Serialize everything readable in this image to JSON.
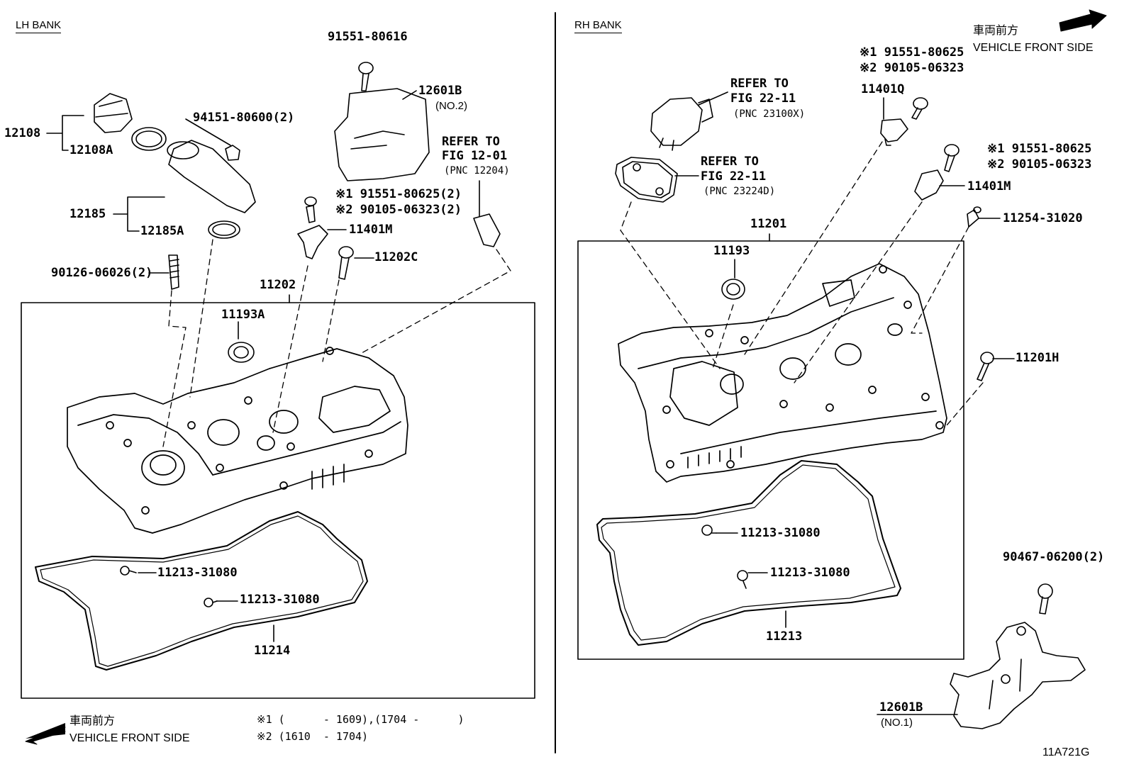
{
  "lh": {
    "title": "LH BANK",
    "parts": {
      "p91551_80616": "91551-80616",
      "p12601B": "12601B",
      "p12601B_sub": "(NO.2)",
      "p12108": "12108",
      "p12108A": "12108A",
      "p94151": "94151-80600(2)",
      "refer1": "REFER TO",
      "refer2": "FIG 12-01",
      "refer3": "(PNC 12204)",
      "note1": "※1 91551-80625(2)",
      "note2": "※2 90105-06323(2)",
      "p12185": "12185",
      "p12185A": "12185A",
      "p11401M": "11401M",
      "p11202C": "11202C",
      "p90126": "90126-06026(2)",
      "p11202": "11202",
      "p11193A": "11193A",
      "g1": "11213-31080",
      "g2": "11213-31080",
      "p11214": "11214"
    },
    "front_jp": "車両前方",
    "front_en": "VEHICLE FRONT SIDE"
  },
  "legend": {
    "line1": "※1 (      - 1609),(1704 -      )",
    "line2": "※2 (1610  - 1704)"
  },
  "rh": {
    "title": "RH BANK",
    "front_jp": "車両前方",
    "front_en": "VEHICLE FRONT SIDE",
    "parts": {
      "n1a": "※1 91551-80625",
      "n1b": "※2 90105-06323",
      "p11401Q": "11401Q",
      "refA1": "REFER TO",
      "refA2": "FIG 22-11",
      "refA3": "(PNC 23100X)",
      "refB1": "REFER TO",
      "refB2": "FIG 22-11",
      "refB3": "(PNC 23224D)",
      "n2a": "※1 91551-80625",
      "n2b": "※2 90105-06323",
      "p11401M": "11401M",
      "p11254": "11254-31020",
      "p11201": "11201",
      "p11193": "11193",
      "p11201H": "11201H",
      "g1": "11213-31080",
      "g2": "11213-31080",
      "p11213": "11213",
      "p90467": "90467-06200(2)",
      "p12601B": "12601B",
      "p12601B_sub": "(NO.1)"
    }
  },
  "figure_id": "11A721G"
}
